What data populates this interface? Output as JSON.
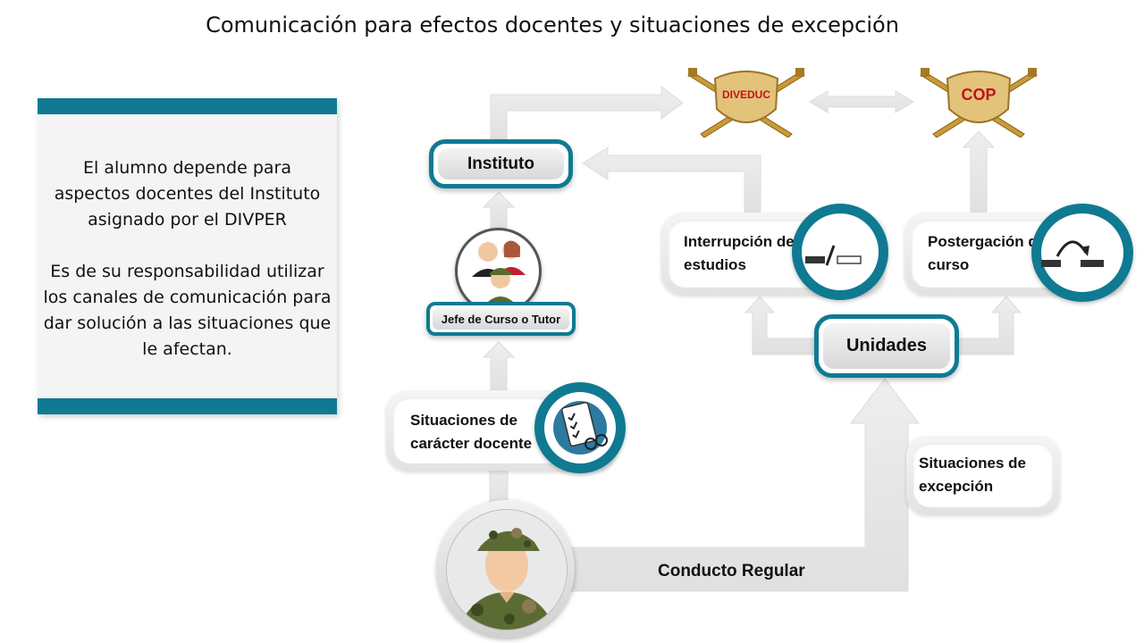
{
  "title": "Comunicación para efectos docentes y situaciones de excepción",
  "panel": {
    "paragraph1": "El alumno depende para aspectos docentes  del Instituto asignado por el DIVPER",
    "paragraph2": "Es de su responsabilidad utilizar los canales de comunicación para dar solución a las situaciones que le afectan."
  },
  "nodes": {
    "instituto": "Instituto",
    "jefe": "Jefe de Curso o Tutor",
    "unidades": "Unidades"
  },
  "cards": {
    "docente": "Situaciones de carácter docente",
    "interrupcion": "Interrupción de estudios",
    "postergacion": "Postergación de curso",
    "excepcion": "Situaciones de excepción"
  },
  "emblems": {
    "diveduc": "DIVEDUC",
    "cop": "COP"
  },
  "conducto": "Conducto Regular",
  "colors": {
    "teal": "#0f7a92",
    "arrow_gray": "#e6e6e6",
    "gold": "#d9b25a",
    "red_text": "#c0141c"
  }
}
